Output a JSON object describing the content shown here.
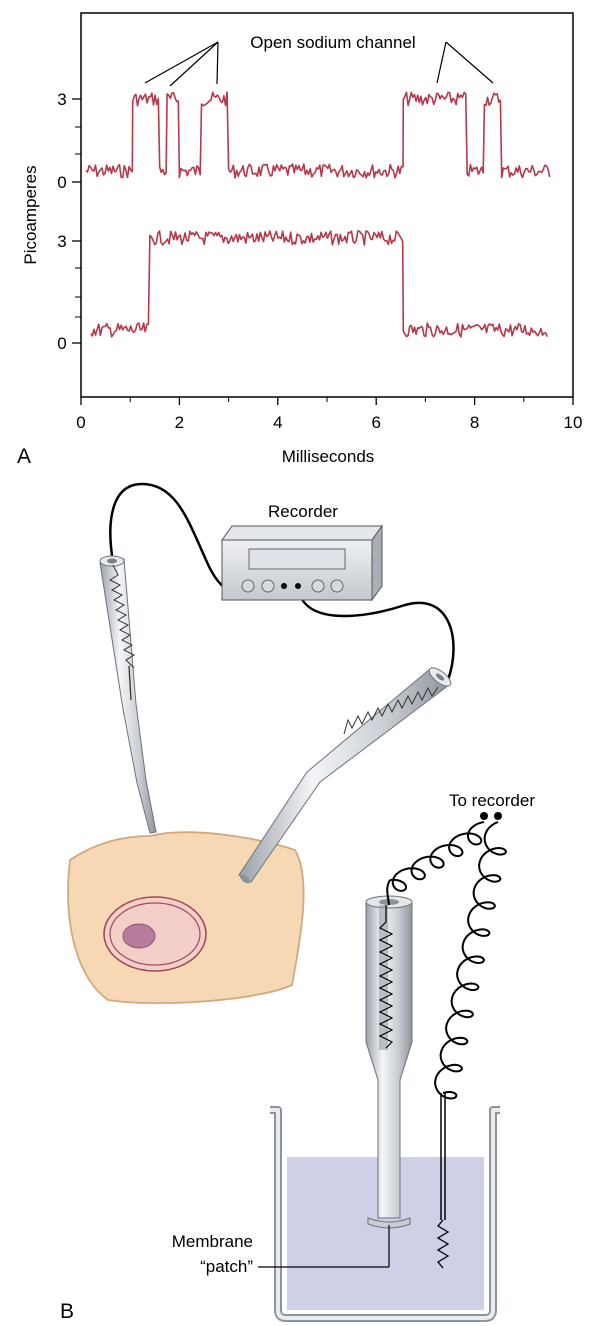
{
  "panel_a": {
    "label": "A",
    "annotation": "Open sodium channel",
    "ylabel": "Picoamperes",
    "xlabel": "Milliseconds",
    "x_ticks": [
      "0",
      "2",
      "4",
      "6",
      "8",
      "10"
    ],
    "y_ticks_top": [
      "3",
      "0"
    ],
    "y_ticks_bottom": [
      "3",
      "0"
    ],
    "trace_color": "#b5394a"
  },
  "chart_data": [
    {
      "type": "line",
      "x_range": [
        0,
        10
      ],
      "y_range": [
        0,
        3
      ],
      "segments_pA": [
        {
          "from": 0.1,
          "to": 1.05,
          "y": 0
        },
        {
          "from": 1.05,
          "to": 1.6,
          "y": 3
        },
        {
          "from": 1.6,
          "to": 1.75,
          "y": 0
        },
        {
          "from": 1.75,
          "to": 2.0,
          "y": 3
        },
        {
          "from": 2.0,
          "to": 2.45,
          "y": 0
        },
        {
          "from": 2.45,
          "to": 3.0,
          "y": 3
        },
        {
          "from": 3.0,
          "to": 6.55,
          "y": 0
        },
        {
          "from": 6.55,
          "to": 7.85,
          "y": 3
        },
        {
          "from": 7.85,
          "to": 8.2,
          "y": 0
        },
        {
          "from": 8.2,
          "to": 8.55,
          "y": 3
        },
        {
          "from": 8.55,
          "to": 9.55,
          "y": 0
        }
      ]
    },
    {
      "type": "line",
      "x_range": [
        0,
        10
      ],
      "y_range": [
        0,
        3
      ],
      "segments_pA": [
        {
          "from": 0.2,
          "to": 1.4,
          "y": 0
        },
        {
          "from": 1.4,
          "to": 6.55,
          "y": 3
        },
        {
          "from": 6.55,
          "to": 9.5,
          "y": 0
        }
      ]
    }
  ],
  "panel_b": {
    "label": "B",
    "recorder_label": "Recorder",
    "to_recorder_label": "To recorder",
    "membrane_label_1": "Membrane",
    "membrane_label_2": "“patch”",
    "cell_color": "#f6d9b4",
    "nucleus_color": "#f3cfc8",
    "nucleolus_color": "#b67e9c",
    "solution_color": "#cdd0e6"
  }
}
